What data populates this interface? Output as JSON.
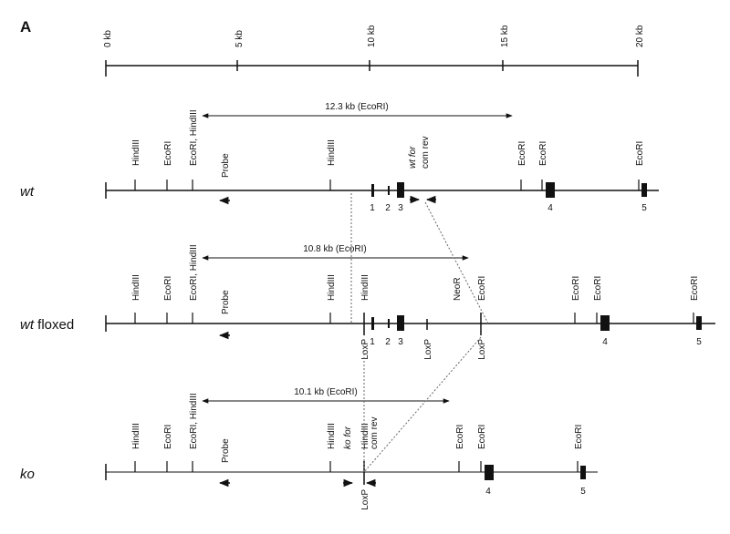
{
  "figure": {
    "panel_label": "A",
    "scale_ticks": [
      "0 kb",
      "5 kb",
      "10 kb",
      "15 kb",
      "20 kb"
    ],
    "tracks": [
      {
        "id": "wt",
        "name": "wt",
        "name_suffix": "",
        "fragment_label": "12.3 kb (EcoRI)",
        "sites": [
          "HindIII",
          "EcoRI",
          "EcoRI, HindIII",
          "Probe",
          "HindIII",
          "wt for",
          "com rev",
          "EcoRI",
          "EcoRI",
          "EcoRI"
        ],
        "exons": [
          "1",
          "2",
          "3",
          "4",
          "5"
        ],
        "below_labels": []
      },
      {
        "id": "wt-floxed",
        "name": "wt",
        "name_suffix": " floxed",
        "fragment_label": "10.8 kb (EcoRI)",
        "sites": [
          "HindIII",
          "EcoRI",
          "EcoRI, HindIII",
          "Probe",
          "HindIII",
          "HindIII",
          "NeoR",
          "EcoRI",
          "EcoRI",
          "EcoRI",
          "EcoRI"
        ],
        "exons": [
          "1",
          "2",
          "3",
          "4",
          "5"
        ],
        "below_labels": [
          "LoxP",
          "LoxP",
          "LoxP"
        ]
      },
      {
        "id": "ko",
        "name": "ko",
        "name_suffix": "",
        "fragment_label": "10.1 kb (EcoRI)",
        "sites": [
          "HindIII",
          "EcoRI",
          "EcoRI, HindIII",
          "Probe",
          "HindIII",
          "ko for",
          "HindIII",
          "com rev",
          "EcoRI",
          "EcoRI",
          "EcoRI"
        ],
        "exons": [
          "4",
          "5"
        ],
        "below_labels": [
          "LoxP"
        ]
      }
    ]
  }
}
